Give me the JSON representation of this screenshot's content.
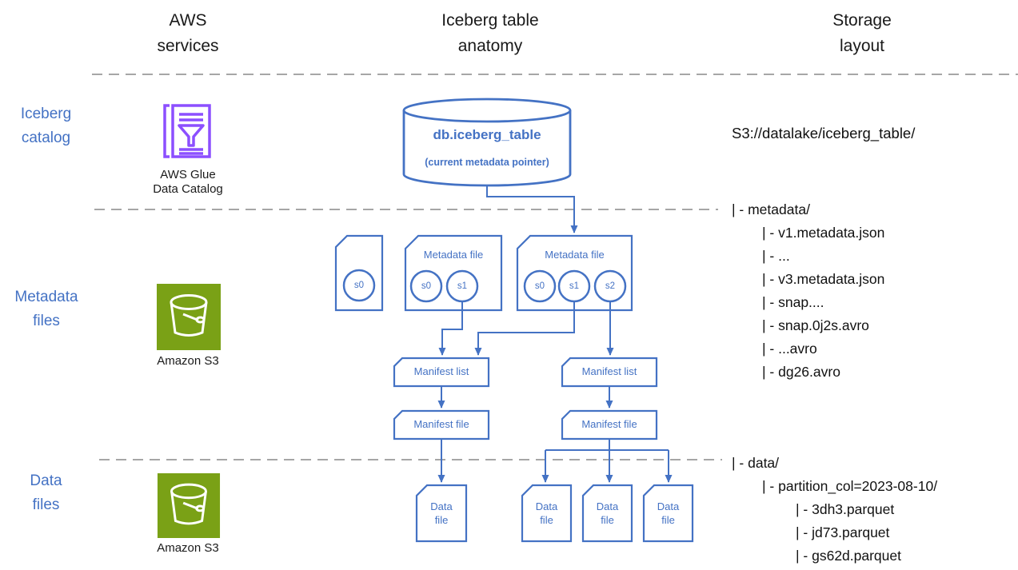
{
  "columns": [
    {
      "label": "AWS\nservices"
    },
    {
      "label": "Iceberg table\nanatomy"
    },
    {
      "label": "Storage\nlayout"
    }
  ],
  "rows": [
    {
      "label": "Iceberg\ncatalog"
    },
    {
      "label": "Metadata\nfiles"
    },
    {
      "label": "Data\nfiles"
    }
  ],
  "aws": {
    "glue_caption": "AWS Glue\nData Catalog",
    "s3_caption_metadata": "Amazon S3",
    "s3_caption_data": "Amazon S3"
  },
  "catalog": {
    "db_name": "db.iceberg_table",
    "pointer": "(current metadata pointer)"
  },
  "anatomy": {
    "metadata_file_label_2": "Metadata file",
    "metadata_file_label_3": "Metadata file",
    "snapshots_file1": [
      "s0"
    ],
    "snapshots_file2": [
      "s0",
      "s1"
    ],
    "snapshots_file3": [
      "s0",
      "s1",
      "s2"
    ],
    "manifest_list_label": "Manifest list",
    "manifest_file_label": "Manifest file",
    "data_file_label": "Data\nfile"
  },
  "storage": {
    "root": "S3://datalake/iceberg_table/",
    "metadata_dir": "| - metadata/",
    "metadata_files": [
      "| - v1.metadata.json",
      "| - ...",
      "| - v3.metadata.json",
      "| - snap....",
      "| - snap.0j2s.avro",
      "| - ...avro",
      "| - dg26.avro"
    ],
    "data_dir": "| - data/",
    "partition_dir": "| - partition_col=2023-08-10/",
    "data_files": [
      "| - 3dh3.parquet",
      "| - jd73.parquet",
      "| - gs62d.parquet"
    ]
  },
  "colors": {
    "diagram_blue": "#4472C4",
    "glue_purple": "#8C4FFF",
    "s3_green": "#7AA116",
    "dashed_gray": "#A6A6A6",
    "text_black": "#1A1A1A"
  }
}
